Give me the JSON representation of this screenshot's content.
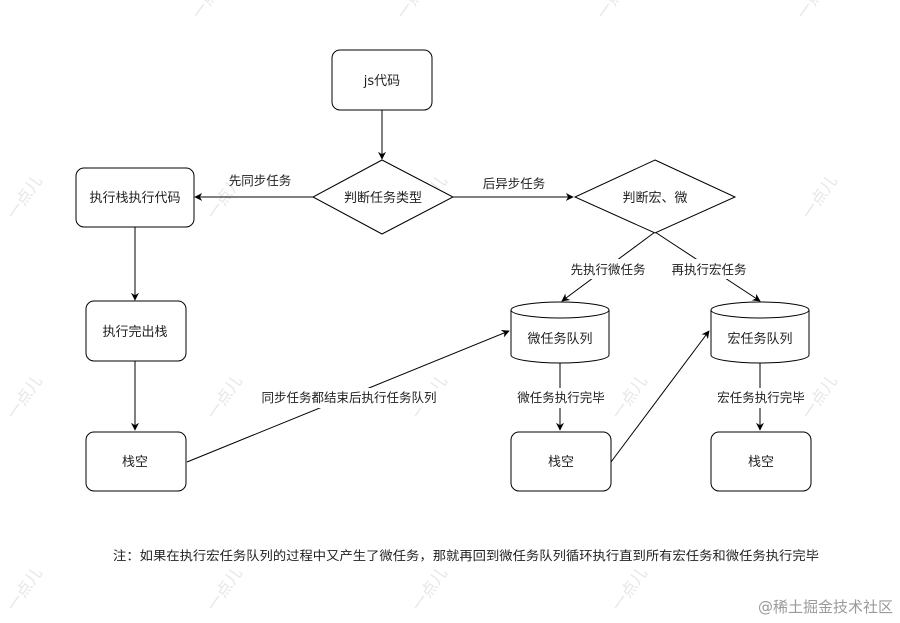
{
  "nodes": {
    "js_code": "js代码",
    "judge_type": "判断任务类型",
    "exec_stack_code": "执行栈执行代码",
    "exec_complete_pop": "执行完出栈",
    "stack_empty_1": "栈空",
    "judge_macro_micro": "判断宏、微",
    "micro_queue": "微任务队列",
    "macro_queue": "宏任务队列",
    "stack_empty_2": "栈空",
    "stack_empty_3": "栈空"
  },
  "edges": {
    "sync_first": "先同步任务",
    "async_later": "后异步任务",
    "exec_micro_first": "先执行微任务",
    "then_macro": "再执行宏任务",
    "sync_done_exec_queue": "同步任务都结束后执行任务队列",
    "micro_done": "微任务执行完毕",
    "macro_done": "宏任务执行完毕"
  },
  "note": "注：如果在执行宏任务队列的过程中又产生了微任务，那就再回到微任务队列循环执行直到所有宏任务和微任务执行完毕",
  "watermark": "一点儿",
  "credit": "@稀土掘金技术社区"
}
